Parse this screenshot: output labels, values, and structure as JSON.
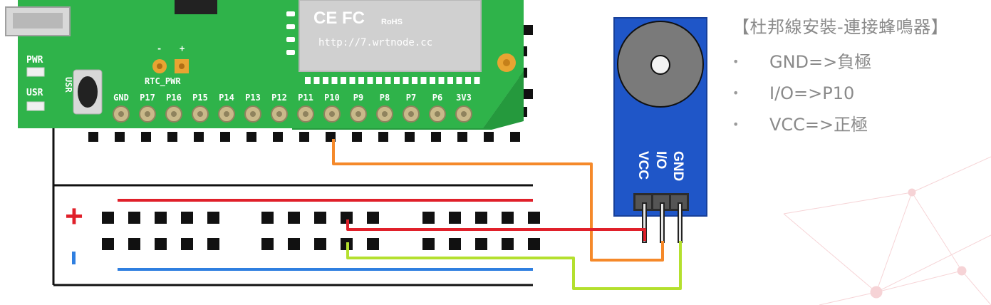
{
  "board": {
    "cert_marks": "CE FC",
    "rohs_mark": "RoHS",
    "url": "http://7.wrtnode.cc",
    "led_pwr": "PWR",
    "led_usr": "USR",
    "button_label": "USR",
    "rtc_minus": "-",
    "rtc_plus": "+",
    "rtc_label": "RTC_PWR",
    "pins": [
      "GND",
      "P17",
      "P16",
      "P15",
      "P14",
      "P13",
      "P12",
      "P11",
      "P10",
      "P9",
      "P8",
      "P7",
      "P6",
      "3V3"
    ]
  },
  "breadboard": {
    "plus_label": "+",
    "minus_label": "-"
  },
  "module": {
    "pin_labels": [
      "GND",
      "I/O",
      "VCC"
    ]
  },
  "legend": {
    "title": "【杜邦線安裝-連接蜂鳴器】",
    "items": [
      "GND=>負極",
      "I/O=>P10",
      "VCC=>正極"
    ]
  },
  "colors": {
    "board_green": "#2fb34a",
    "module_blue": "#1f56c8",
    "wire_orange": "#f5892a",
    "wire_red": "#e0202a",
    "wire_green": "#b4e02e",
    "rail_red": "#e0202a",
    "rail_blue": "#2f7fe0"
  }
}
